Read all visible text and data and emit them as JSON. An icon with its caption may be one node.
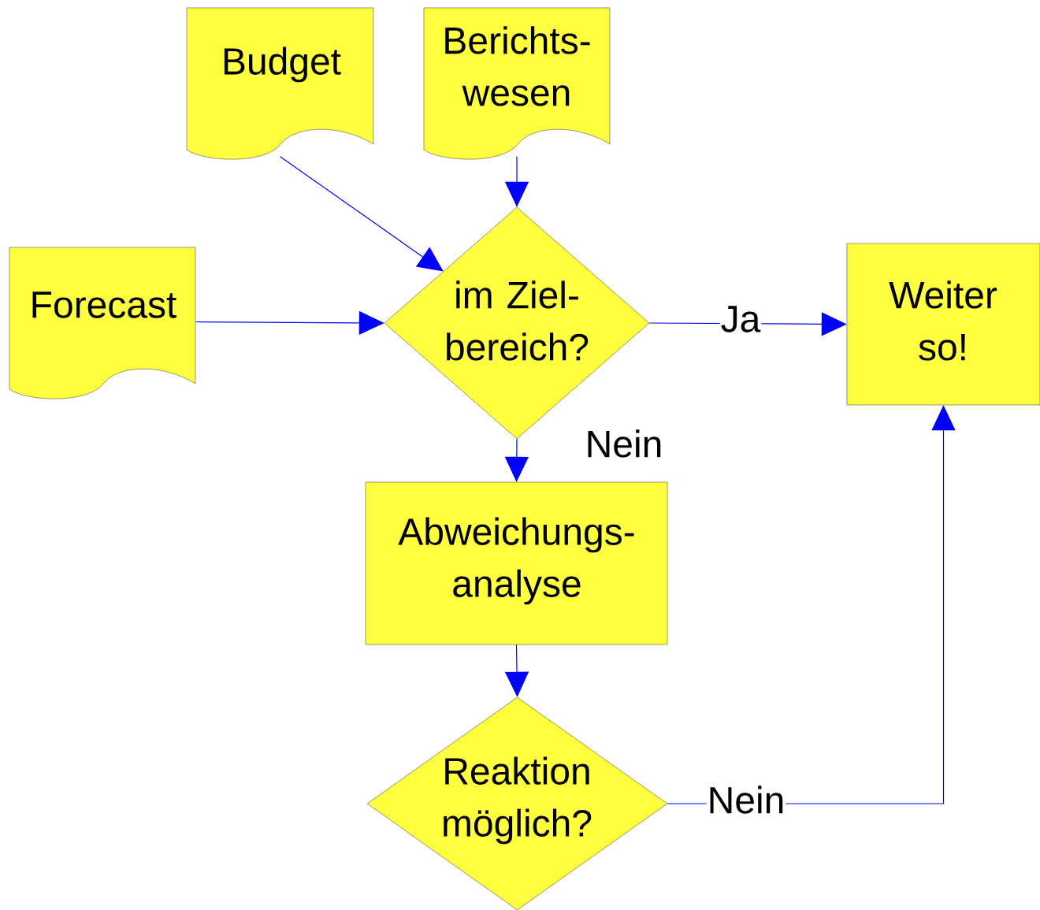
{
  "diagram": {
    "nodes": [
      {
        "text": [
          "Budget"
        ]
      },
      {
        "text": [
          "Berichts- wesen"
        ]
      },
      {
        "text": [
          "Forecast"
        ]
      },
      {
        "text": [
          "im Ziel- bereich?"
        ]
      },
      {
        "text": [
          "Weiter so!"
        ]
      },
      {
        "text": [
          "Abweichungs- analyse"
        ]
      },
      {
        "text": [
          "Reaktion möglich?"
        ]
      }
    ],
    "edges": [
      {
        "from": 0,
        "to": 3,
        "arrow": "to"
      },
      {
        "from": 1,
        "to": 3,
        "arrow": "to"
      },
      {
        "from": 2,
        "to": 3,
        "arrow": "to"
      },
      {
        "from": 3,
        "to": 4,
        "arrow": "to",
        "label": "Ja"
      },
      {
        "from": 3,
        "to": 5,
        "arrow": "to",
        "label": "Nein"
      },
      {
        "from": 5,
        "to": 6,
        "arrow": "to"
      },
      {
        "from": 6,
        "to": 4,
        "arrow": "to",
        "label": "Nein"
      }
    ]
  }
}
